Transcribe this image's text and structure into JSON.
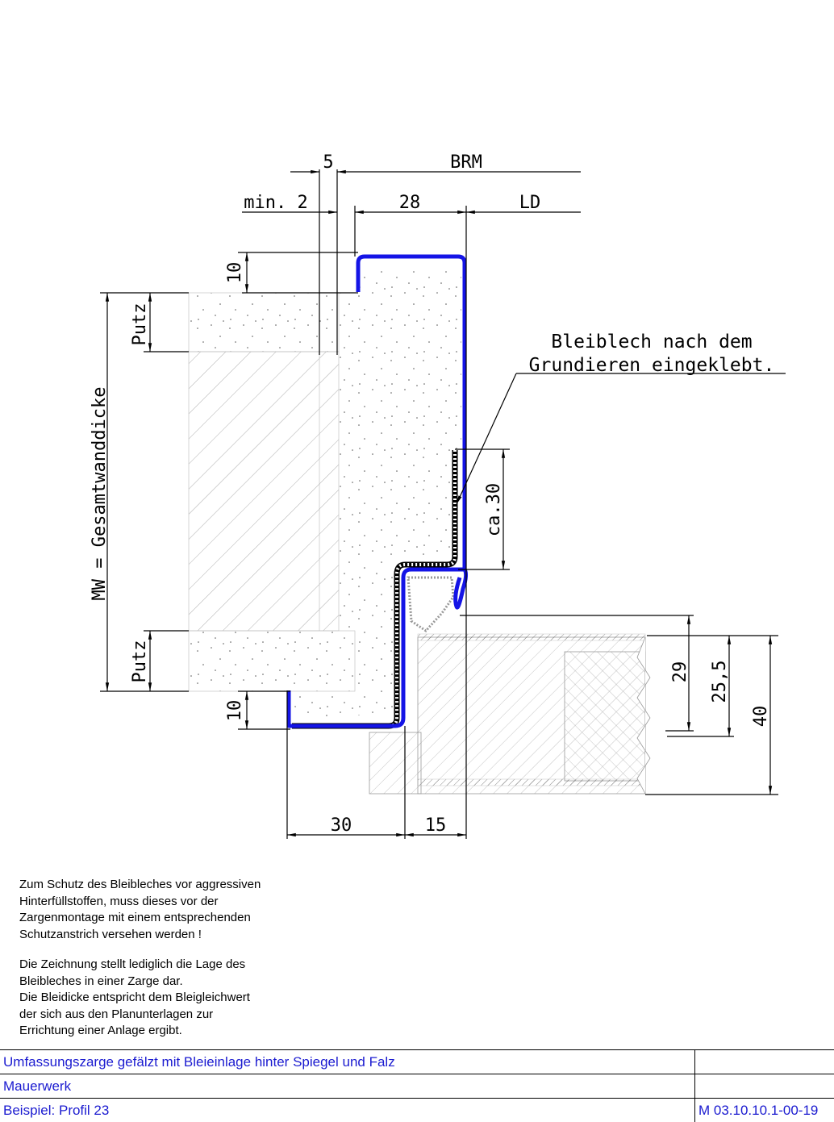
{
  "drawing": {
    "dimensions": {
      "top_5": "5",
      "brm": "BRM",
      "min2": "min. 2",
      "d28": "28",
      "ld": "LD",
      "d10_top": "10",
      "d10_bottom": "10",
      "putz_top": "Putz",
      "putz_bottom": "Putz",
      "mw": "MW = Gesamtwanddicke",
      "ca30": "ca.30",
      "d29": "29",
      "d25_5": "25,5",
      "d40": "40",
      "d30": "30",
      "d15": "15"
    },
    "annotation": {
      "line1": "Bleiblech nach dem",
      "line2": "Grundieren eingeklebt."
    },
    "colors": {
      "lead_sheet": "#1414e6",
      "title_text": "#1b1bd0"
    }
  },
  "notes": {
    "para1": [
      "Zum Schutz des Bleibleches vor aggressiven",
      "Hinterfüllstoffen, muss dieses vor der",
      "Zargenmontage mit einem entsprechenden",
      "Schutzanstrich versehen werden !"
    ],
    "para2": [
      "Die Zeichnung stellt lediglich die Lage des",
      "Bleibleches in einer Zarge dar.",
      "Die Bleidicke entspricht dem Bleigleichwert",
      "der sich aus den Planunterlagen zur",
      "Errichtung einer Anlage ergibt."
    ]
  },
  "title_block": {
    "row1": "Umfassungszarge gefälzt mit Bleieinlage hinter Spiegel und Falz",
    "row2": "Mauerwerk",
    "row3": "Beispiel: Profil 23",
    "drawing_number": "M 03.10.10.1-00-19"
  }
}
